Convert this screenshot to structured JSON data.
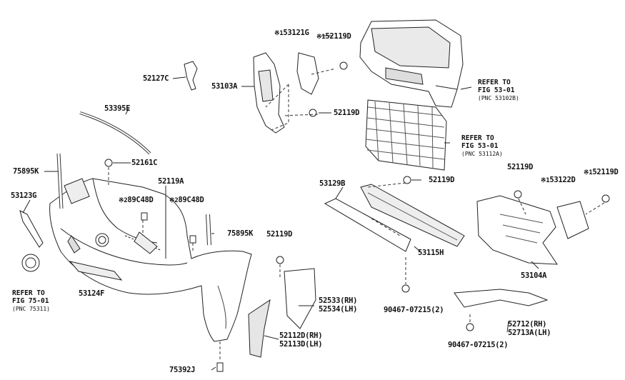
{
  "diagram": {
    "labels": {
      "p53121G": {
        "mark": "※1",
        "code": "53121G"
      },
      "p52119D_top": {
        "mark": "※1",
        "code": "52119D"
      },
      "p52127C": {
        "code": "52127C"
      },
      "p53103A": {
        "code": "53103A"
      },
      "p52119D_mid": {
        "code": "52119D"
      },
      "p53395E": {
        "code": "53395E"
      },
      "p52161C": {
        "code": "52161C"
      },
      "p75895K_left": {
        "code": "75895K"
      },
      "p52119A": {
        "code": "52119A"
      },
      "p89C48D_a": {
        "mark": "※2",
        "code": "89C48D"
      },
      "p89C48D_b": {
        "mark": "※2",
        "code": "89C48D"
      },
      "p53123G": {
        "code": "53123G"
      },
      "p75895K_right": {
        "code": "75895K"
      },
      "p52119D_lower": {
        "code": "52119D"
      },
      "p53124F": {
        "code": "53124F"
      },
      "p53129B": {
        "code": "53129B"
      },
      "p52119D_bar": {
        "code": "52119D"
      },
      "p53115H": {
        "code": "53115H"
      },
      "p52119D_right": {
        "code": "52119D"
      },
      "p53122D": {
        "mark": "※1",
        "code": "53122D"
      },
      "p52119D_far": {
        "mark": "※1",
        "code": "52119D"
      },
      "p53104A": {
        "code": "53104A"
      },
      "p52533": {
        "code": "52533(RH)",
        "code2": "52534(LH)"
      },
      "p52112D": {
        "code": "52112D(RH)",
        "code2": "52113D(LH)"
      },
      "p90467_a": {
        "code": "90467-07215(2)"
      },
      "p90467_b": {
        "code": "90467-07215(2)"
      },
      "p52712": {
        "code": "52712(RH)",
        "code2": "52713A(LH)"
      },
      "p75392J": {
        "code": "75392J"
      }
    },
    "refs": {
      "r53102B": {
        "line1": "REFER TO",
        "line2": "FIG 53-01",
        "pnc": "(PNC 53102B)"
      },
      "r53112A": {
        "line1": "REFER TO",
        "line2": "FIG 53-01",
        "pnc": "(PNC 53112A)"
      },
      "r75311": {
        "line1": "REFER TO",
        "line2": "FIG 75-01",
        "pnc": "(PNC 75311)"
      }
    }
  }
}
